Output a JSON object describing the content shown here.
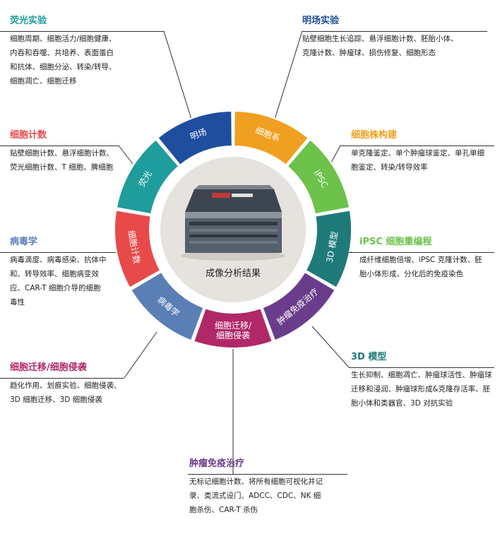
{
  "center": {
    "label": "成像分析结果"
  },
  "colors": {
    "fluorescence": "#1f9c9c",
    "brightfield": "#1f4e9e",
    "cell_line": "#f0a020",
    "ipsc": "#6cc24a",
    "model3d": "#1f7a7a",
    "immuno": "#6a3d8c",
    "migration": "#b02868",
    "virus": "#5a7fb5",
    "count": "#e84a4a"
  },
  "segments": [
    {
      "key": "fluorescence",
      "label": "荧光"
    },
    {
      "key": "brightfield",
      "label": "明场"
    },
    {
      "key": "cell_line",
      "label": "细胞系"
    },
    {
      "key": "ipsc",
      "label": "iPSC"
    },
    {
      "key": "model3d",
      "label": "3D 模型"
    },
    {
      "key": "immuno",
      "label": "肿瘤免疫治疗"
    },
    {
      "key": "migration",
      "label_line1": "细胞迁移/",
      "label_line2": "细胞侵袭"
    },
    {
      "key": "virus",
      "label": "病毒学"
    },
    {
      "key": "count",
      "label": "细胞计数"
    }
  ],
  "blocks": {
    "fluorescence": {
      "title": "荧光实验",
      "desc": [
        "细胞周期、细胞活力/细胞健康、",
        "内吞和吞噬、共培养、表面蛋白",
        "和抗体、细胞分泌、转染/转导、",
        "细胞凋亡、细胞迁移"
      ]
    },
    "brightfield": {
      "title": "明场实验",
      "desc": [
        "贴壁细胞生长追踪、悬浮细胞计数、胚胎小体、",
        "克隆计数、肿瘤球、损伤修复、细胞形态"
      ]
    },
    "count": {
      "title": "细胞计数",
      "desc": [
        "贴壁细胞计数、悬浮细胞计数、",
        "荧光细胞计数、T 细胞、脾细胞"
      ]
    },
    "cell_line": {
      "title": "细胞株构建",
      "desc": [
        "单克隆鉴定、单个肿瘤球鉴定、单孔单细",
        "胞鉴定、转染/转导效率"
      ]
    },
    "virus": {
      "title": "病毒学",
      "desc": [
        "病毒滴度、病毒感染、抗体中",
        "和、转导效率、细胞病变效",
        "应、CAR-T 细胞介导的细胞",
        "毒性"
      ]
    },
    "ipsc": {
      "title": "iPSC 细胞重编程",
      "desc": [
        "成纤维细胞倍增、iPSC 克隆计数、胚",
        "胎小体形成、分化后的免疫染色"
      ]
    },
    "migration": {
      "title": "细胞迁移/细胞侵袭",
      "desc": [
        "趋化作用、划痕实验、细胞侵袭、",
        "3D 细胞迁移、3D 细胞侵袭"
      ]
    },
    "model3d": {
      "title": "3D 模型",
      "desc": [
        "生长抑制、细胞凋亡、肿瘤球活性、肿瘤球",
        "迁移和浸润、肿瘤球形成&克隆存活率、胚",
        "胎小体和类器官、3D 对抗实验"
      ]
    },
    "immuno": {
      "title": "肿瘤免疫治疗",
      "desc": [
        "无标记细胞计数、将所有细胞可视化并记",
        "录、类流式设门、ADCC、CDC、NK 细",
        "胞杀伤、CAR-T 杀伤"
      ]
    }
  }
}
